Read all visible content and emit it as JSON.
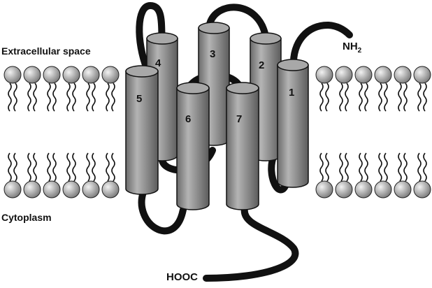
{
  "regions": {
    "extracellular": "Extracellular space",
    "cytoplasm": "Cytoplasm"
  },
  "termini": {
    "n_terminus_main": "NH",
    "n_terminus_sub": "2",
    "c_terminus": "HOOC"
  },
  "helices": [
    "1",
    "2",
    "3",
    "4",
    "5",
    "6",
    "7"
  ],
  "colors": {
    "helix_fill": "#8c8c8c",
    "loop": "#111111",
    "lipid_head": "#a9a9a9"
  }
}
